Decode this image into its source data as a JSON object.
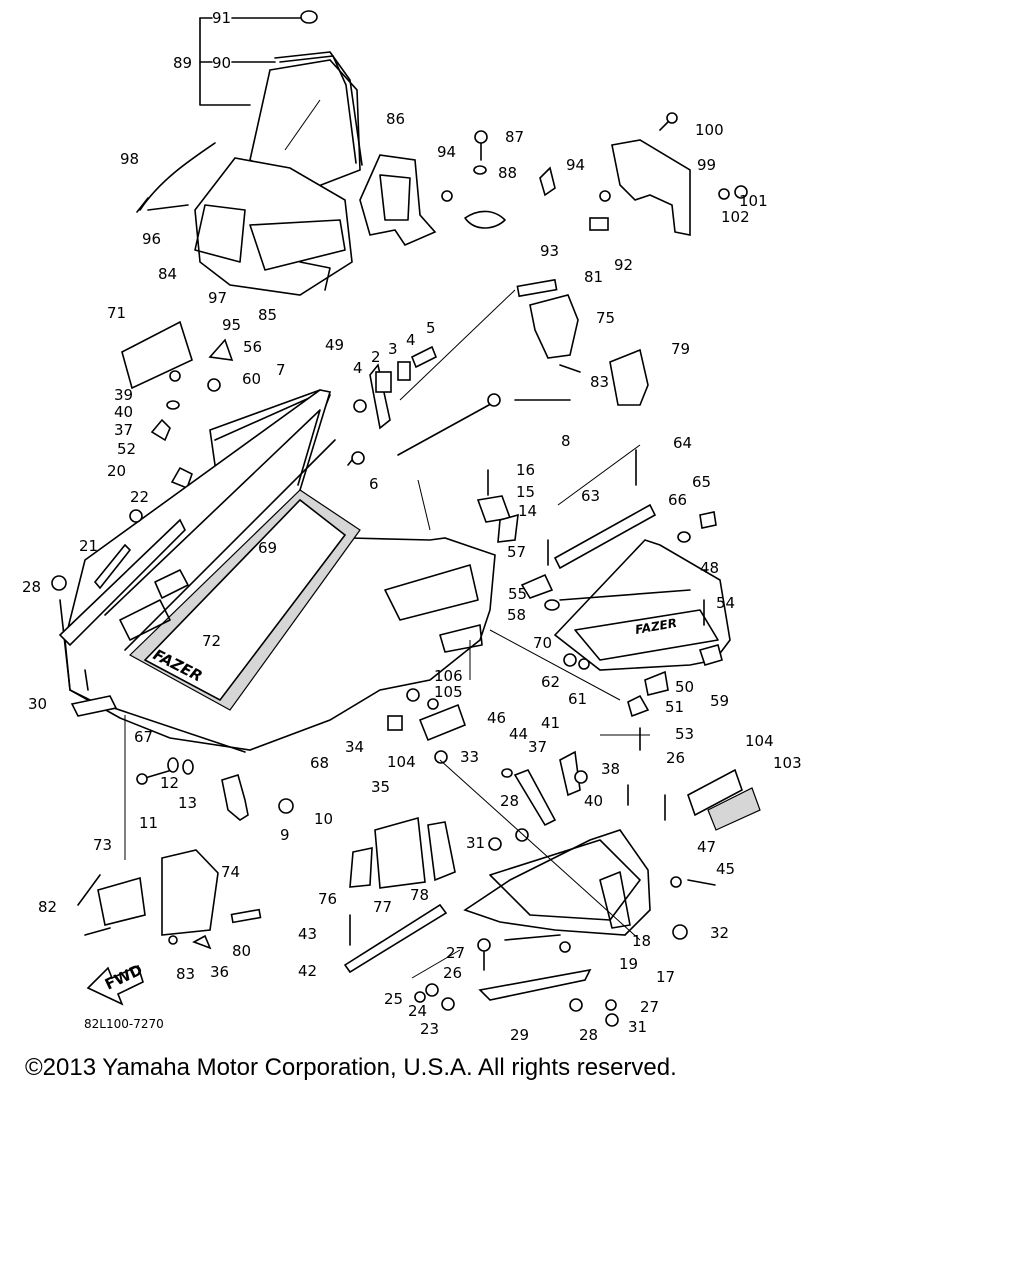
{
  "diagram": {
    "code": "82L100-7270",
    "fwd_label": "FWD",
    "brand_label": "FAZER",
    "callouts": [
      "91",
      "89",
      "90",
      "86",
      "87",
      "88",
      "94",
      "93",
      "100",
      "99",
      "94",
      "92",
      "102",
      "101",
      "98",
      "96",
      "84",
      "97",
      "95",
      "85",
      "81",
      "75",
      "79",
      "83",
      "71",
      "56",
      "39",
      "40",
      "37",
      "60",
      "7",
      "49",
      "2",
      "3",
      "4",
      "5",
      "4",
      "6",
      "8",
      "52",
      "20",
      "22",
      "21",
      "28",
      "69",
      "16",
      "15",
      "14",
      "64",
      "65",
      "66",
      "63",
      "57",
      "55",
      "58",
      "48",
      "54",
      "70",
      "62",
      "61",
      "50",
      "59",
      "51",
      "72",
      "30",
      "67",
      "68",
      "106",
      "105",
      "34",
      "104",
      "33",
      "46",
      "44",
      "37",
      "41",
      "38",
      "40",
      "53",
      "26",
      "104",
      "103",
      "11",
      "12",
      "13",
      "10",
      "9",
      "35",
      "28",
      "31",
      "47",
      "45",
      "73",
      "74",
      "82",
      "80",
      "83",
      "36",
      "76",
      "77",
      "78",
      "43",
      "42",
      "18",
      "19",
      "17",
      "32",
      "27",
      "26",
      "25",
      "24",
      "23",
      "29",
      "28",
      "27",
      "31"
    ]
  },
  "copyright": "©2013 Yamaha Motor Corporation, U.S.A. All rights reserved."
}
